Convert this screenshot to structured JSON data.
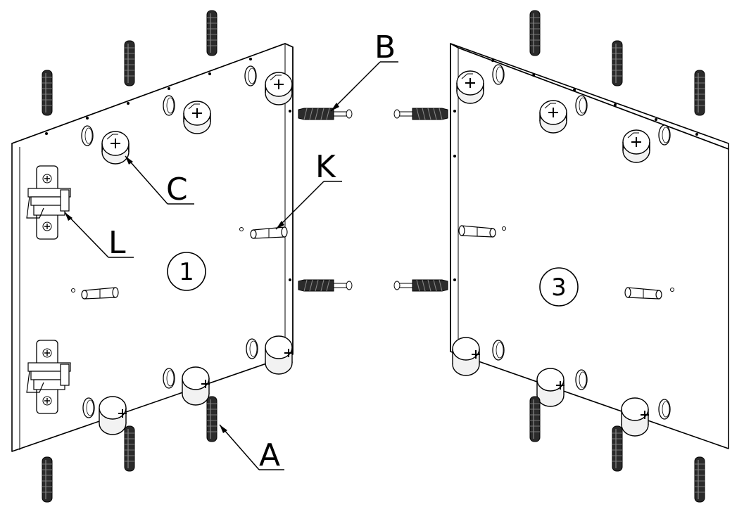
{
  "figure": {
    "left_panel_number": "1",
    "right_panel_number": "3"
  },
  "callouts": {
    "A": "A",
    "B": "B",
    "C": "C",
    "K": "K",
    "L": "L"
  },
  "colors": {
    "line": "#000000",
    "background": "#ffffff",
    "dowel_fill": "#2b2b2b",
    "fitting_fill": "#f2f2f2"
  }
}
